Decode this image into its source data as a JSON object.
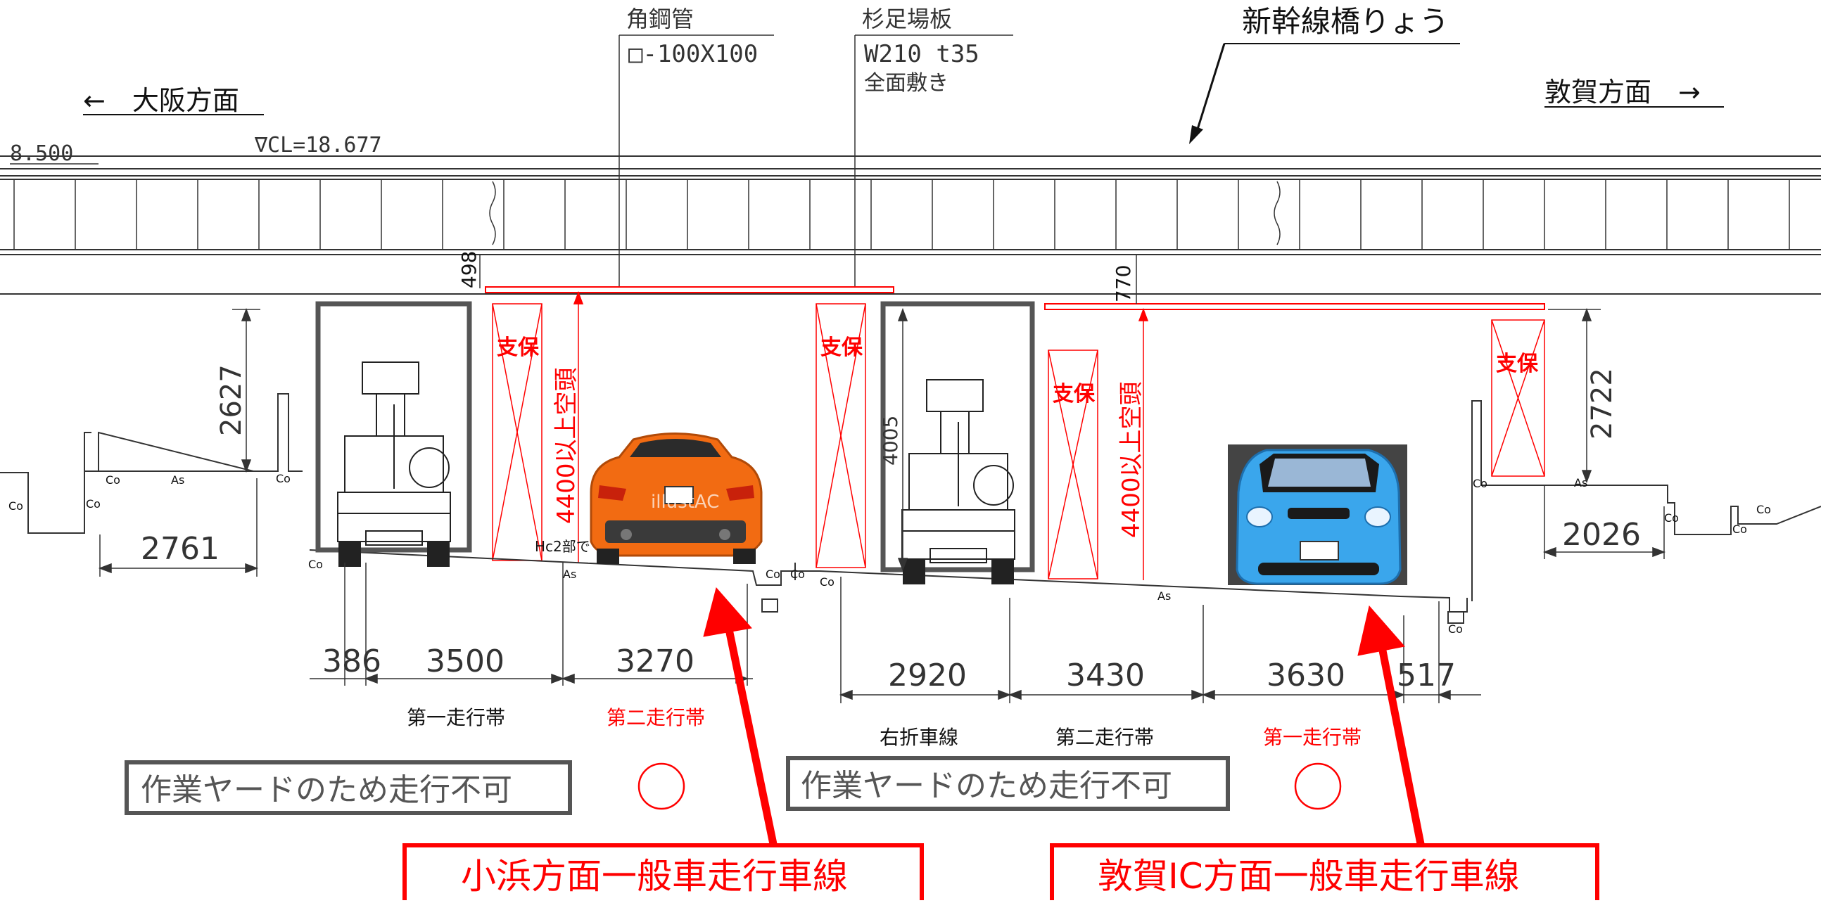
{
  "bridge": {
    "name": "新幹線橋りょう",
    "cl_label": "∇CL=18.677",
    "left_level": "8.500"
  },
  "directions": {
    "left": "←　大阪方面",
    "right": "敦賀方面　→"
  },
  "materials": {
    "pipe": {
      "name": "角鋼管",
      "spec": "□-100X100"
    },
    "board": {
      "name": "杉足場板",
      "spec": "W210 t35",
      "note": "全面敷き"
    }
  },
  "labels": {
    "support": "支保",
    "clearance": "4400以上空頭",
    "hc2_note": "Hc2部で",
    "co": "Co",
    "as": "As",
    "watermark": "illustAC"
  },
  "dimensions": {
    "d498": "498",
    "d770": "770",
    "d2627": "2627",
    "d2722": "2722",
    "d4005": "4005",
    "d2761": "2761",
    "d2026": "2026",
    "d386": "386",
    "d3500": "3500",
    "d3270": "3270",
    "d2920": "2920",
    "d3430": "3430",
    "d3630": "3630",
    "d517": "517"
  },
  "lanes": {
    "left_first": "第一走行帯",
    "left_second": "第二走行帯",
    "right_turn": "右折車線",
    "right_second": "第二走行帯",
    "right_first": "第一走行帯"
  },
  "notices": {
    "no_traffic_left": "作業ヤードのため走行不可",
    "no_traffic_right": "作業ヤードのため走行不可",
    "obama_lane": "小浜方面一般車走行車線",
    "tsuruga_lane": "敦賀IC方面一般車走行車線"
  },
  "colors": {
    "red": "#ff0000",
    "dark_frame": "#555555",
    "line": "#333333"
  }
}
